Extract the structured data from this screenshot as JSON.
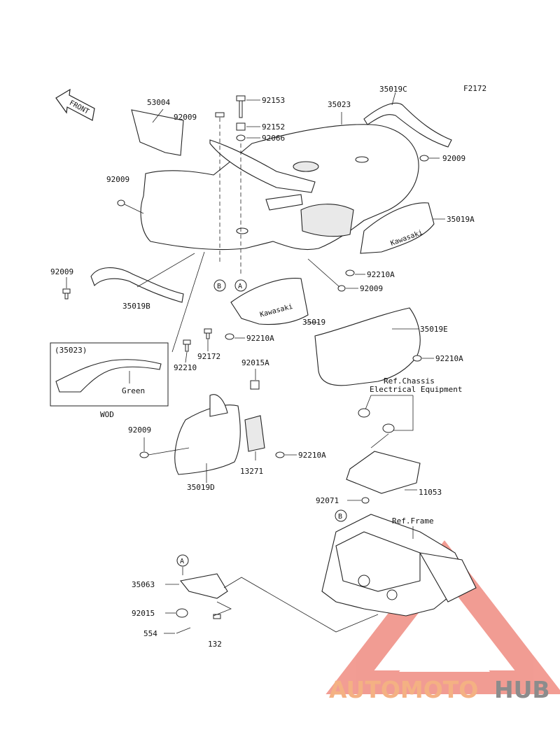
{
  "figure_code": "F2172",
  "front_label": "FRONT",
  "callouts": {
    "p53004": "53004",
    "p92009_top": "92009",
    "p92153": "92153",
    "p92152": "92152",
    "p92066": "92066",
    "p35023": "35023",
    "p35019C": "35019C",
    "p92009_right": "92009",
    "p92009_left": "92009",
    "p35019A": "35019A",
    "p92009_fl": "92009",
    "p92210A_1": "92210A",
    "p92009_mid": "92009",
    "p35019B": "35019B",
    "p35019": "35019",
    "p92210A_2": "92210A",
    "p35019E": "35019E",
    "p92172": "92172",
    "p92210": "92210",
    "p92210A_3": "92210A",
    "p92015A": "92015A",
    "p92009_low": "92009",
    "p92210A_4": "92210A",
    "p13271": "13271",
    "p35019D": "35019D",
    "p11053": "11053",
    "p92071": "92071",
    "p35063": "35063",
    "p92015": "92015",
    "p554": "554",
    "p132": "132"
  },
  "markers": {
    "a": "A",
    "b": "B"
  },
  "inset": {
    "title": "(35023)",
    "color_note": "Green",
    "variant": "WOD"
  },
  "references": {
    "chassis_line1": "Ref.Chassis",
    "chassis_line2": "Electrical Equipment",
    "frame": "Ref.Frame"
  },
  "decals": {
    "brand": "Kawasaki"
  },
  "watermark": {
    "text_part1": "AUTOMOTO",
    "text_part2": "HUB",
    "color_primary": "#f4b183",
    "color_secondary": "#8c8c8c",
    "logo_color": "#e74c3c"
  }
}
